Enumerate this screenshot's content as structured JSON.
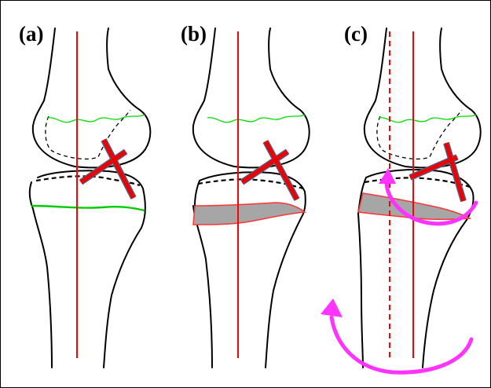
{
  "panels": [
    {
      "label": "(a)"
    },
    {
      "label": "(b)"
    },
    {
      "label": "(c)"
    }
  ],
  "colors": {
    "mechanical_axis": "#ff0000",
    "growth_plate": "#00dd00",
    "wedge_fill": "#a6a6a6",
    "cruciate_marker": "#ee0000",
    "rotation_arrow": "#ff33ff",
    "outline": "#000000"
  },
  "icons": {
    "rotation_arrow": "curved-arrow-icon"
  }
}
